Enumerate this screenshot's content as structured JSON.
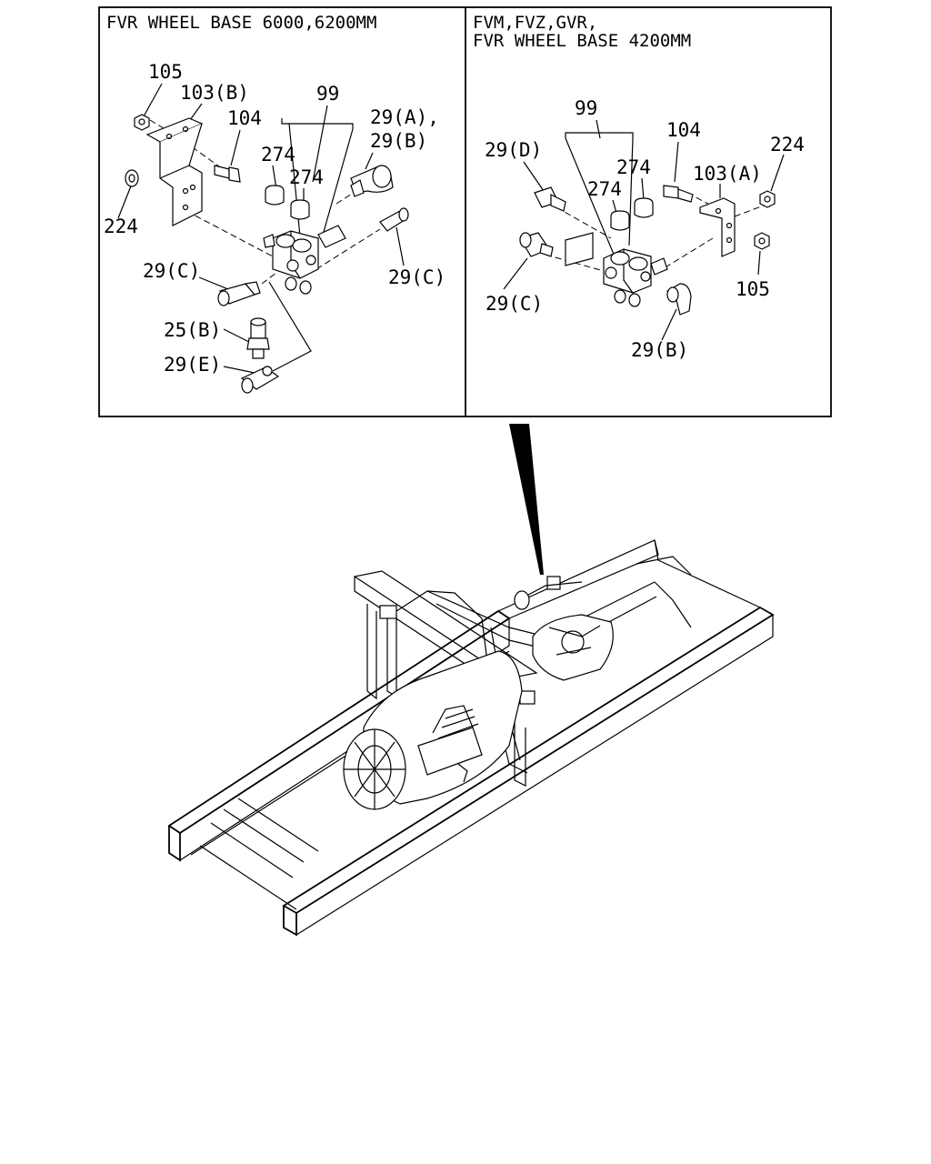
{
  "panels": {
    "left": {
      "title": "FVR WHEEL BASE 6000,6200MM",
      "labels": {
        "l105": "105",
        "l103b": "103(B)",
        "l104": "104",
        "l99": "99",
        "l29ab_1": "29(A),",
        "l29ab_2": "29(B)",
        "l274a": "274",
        "l274b": "274",
        "l224": "224",
        "l29c_left": "29(C)",
        "l29c_right": "29(C)",
        "l25b": "25(B)",
        "l29e": "29(E)"
      }
    },
    "right": {
      "title_line1": "FVM,FVZ,GVR,",
      "title_line2": "FVR WHEEL BASE 4200MM",
      "labels": {
        "l99": "99",
        "l104": "104",
        "l224": "224",
        "l29d": "29(D)",
        "l274a": "274",
        "l274b": "274",
        "l103a": "103(A)",
        "l105": "105",
        "l29c": "29(C)",
        "l29b": "29(B)"
      }
    }
  }
}
